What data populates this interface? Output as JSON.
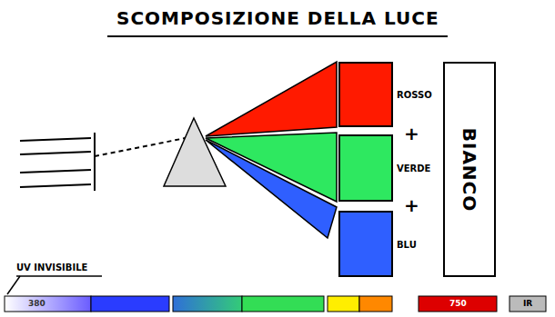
{
  "diagram": {
    "title": "SCOMPOSIZIONE DELLA LUCE",
    "nodes": [
      {
        "text": [
          "ROSSO"
        ]
      },
      {
        "text": [
          "VERDE"
        ]
      },
      {
        "text": [
          "BLU"
        ]
      },
      {
        "text": [
          "BIANCO"
        ]
      }
    ],
    "labels": [
      "+",
      "+",
      "UV INVISIBILE",
      "380",
      "750",
      "IR"
    ]
  }
}
